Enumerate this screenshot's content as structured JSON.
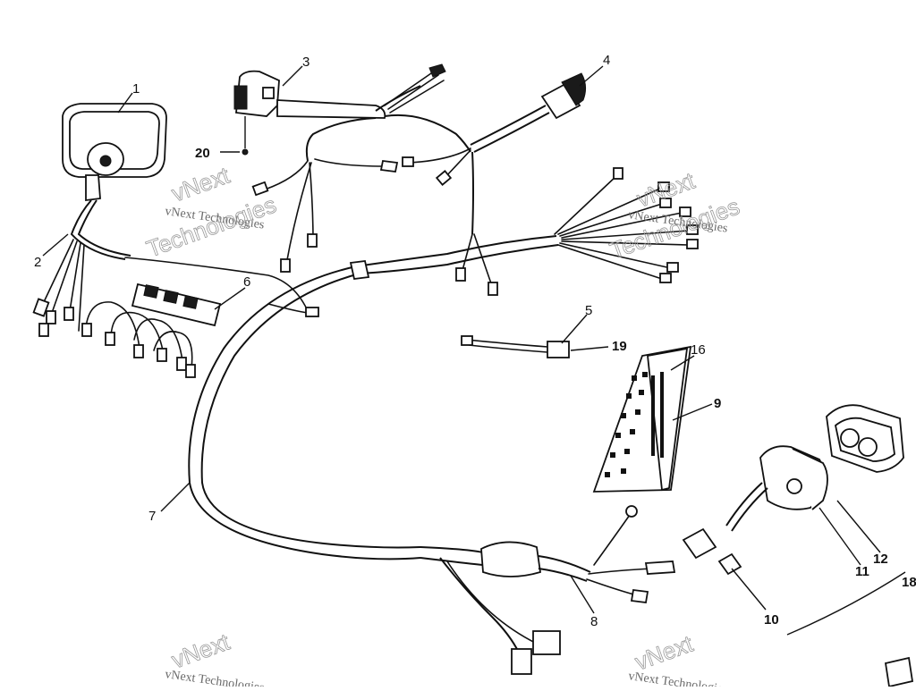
{
  "diagram": {
    "callouts": {
      "c1": "1",
      "c2": "2",
      "c3": "3",
      "c4": "4",
      "c5": "5",
      "c6": "6",
      "c7": "7",
      "c8": "8",
      "c9": "9",
      "c10": "10",
      "c11": "11",
      "c12": "12",
      "c16": "16",
      "c18": "18",
      "c19": "19",
      "c20": "20"
    },
    "watermark": {
      "brand": "vNext",
      "company": "vNext Technologies",
      "word": "Technologies"
    }
  }
}
